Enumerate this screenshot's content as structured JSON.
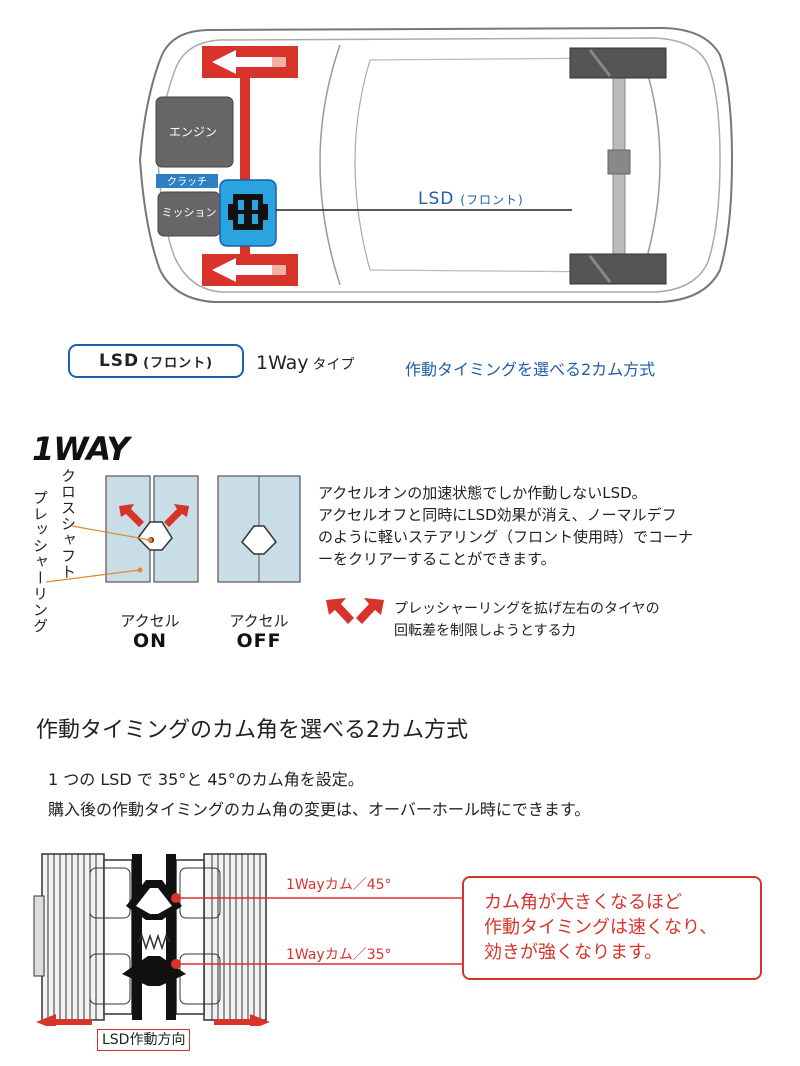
{
  "car": {
    "engine_label": "エンジン",
    "clutch_label": "クラッチ",
    "mission_label": "ミッション",
    "lsd_front_label": "LSD",
    "lsd_front_sub": "(フロント)"
  },
  "lsd_box": {
    "main": "LSD",
    "sub": "(フロント)"
  },
  "type_label": {
    "main": "1Way",
    "sub": "タイプ"
  },
  "cam_caption": "作動タイミングを選べる2カム方式",
  "oneway_heading": "1WAY",
  "diagram": {
    "cross_shaft_label": "クロスシャフト",
    "pressure_ring_label": "プレッシャーリング",
    "accel_on_label": "アクセル",
    "accel_on_state": "ON",
    "accel_off_label": "アクセル",
    "accel_off_state": "OFF"
  },
  "description": [
    "アクセルオンの加速状態でしか作動しないLSD。",
    "アクセルオフと同時にLSD効果が消え、ノーマルデフ",
    "のように軽いステアリング（フロント使用時）でコーナ",
    "ーをクリアーすることができます。"
  ],
  "arrow_legend": [
    "プレッシャーリングを拡げ左右のタイヤの",
    "回転差を制限しようとする力"
  ],
  "section": {
    "title": "作動タイミングのカム角を選べる2カム方式",
    "line1": "1 つの LSD で 35°と 45°のカム角を設定。",
    "line2": "購入後の作動タイミングのカム角の変更は、オーバーホール時にできます。"
  },
  "cam_diagram": {
    "cam45_label": "1Wayカム／45°",
    "cam35_label": "1Wayカム／35°",
    "direction_label": "LSD作動方向"
  },
  "callout": [
    "カム角が大きくなるほど",
    "作動タイミングは速くなり、",
    "効きが強くなります。"
  ],
  "colors": {
    "accent_blue": "#1e5fa8",
    "accent_red": "#d8332a",
    "lsd_fill": "#2aa3e0",
    "panel_blue": "#c9dde9"
  }
}
